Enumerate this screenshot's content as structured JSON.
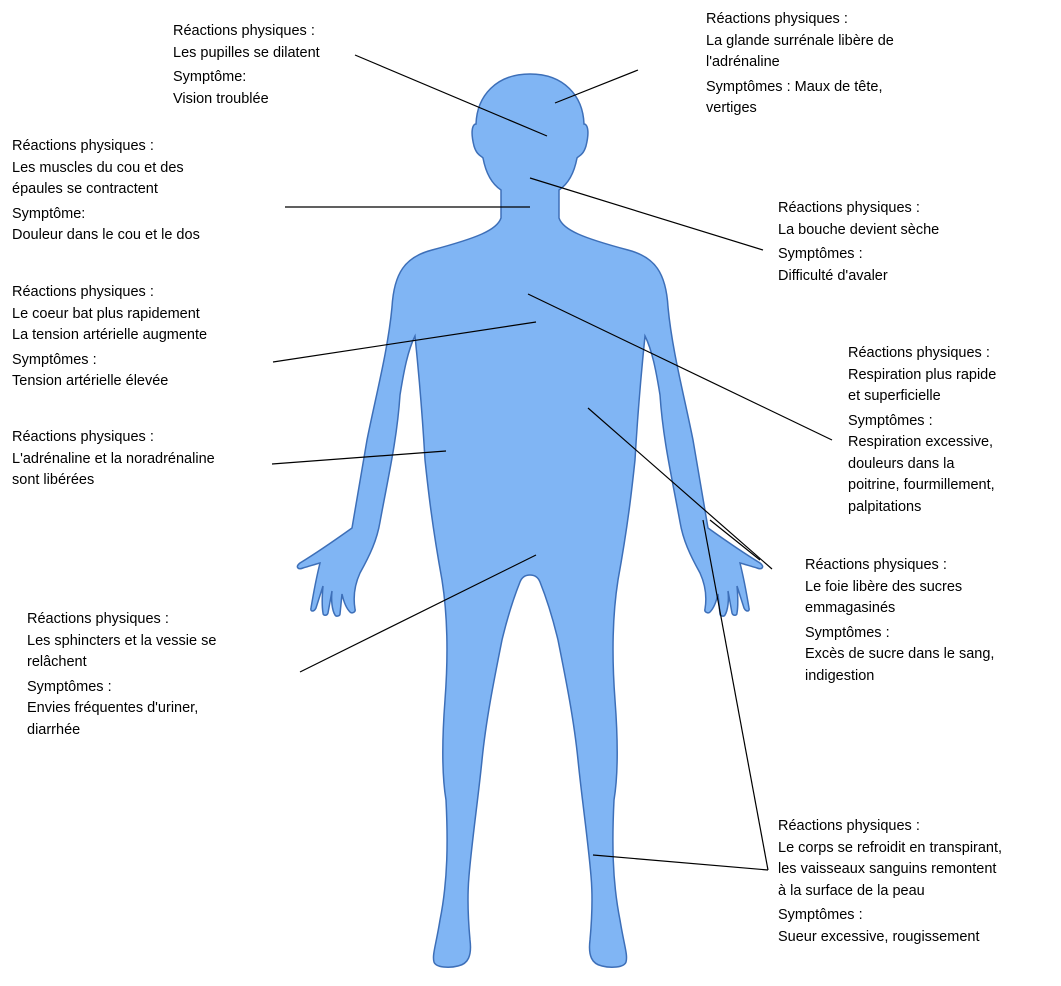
{
  "colors": {
    "body_fill": "#80b5f4",
    "body_stroke": "#3d6fb8",
    "leader_line": "#000000",
    "text": "#000000"
  },
  "figure": {
    "subject": "human-body-silhouette"
  },
  "annotations": [
    {
      "id": "pupils",
      "reaction_title": "Réactions physiques :",
      "reaction": [
        "Les pupilles se dilatent"
      ],
      "symptom_title": "Symptôme:",
      "symptom": [
        "Vision troublée"
      ]
    },
    {
      "id": "adrenal",
      "reaction_title": "Réactions physiques :",
      "reaction": [
        "La glande surrénale libère de",
        "l'adrénaline"
      ],
      "symptom_title": "Symptômes : Maux de tête,",
      "symptom": [
        "vertiges"
      ]
    },
    {
      "id": "neck",
      "reaction_title": "Réactions physiques :",
      "reaction": [
        "Les muscles du cou et des",
        "épaules se contractent"
      ],
      "symptom_title": "Symptôme:",
      "symptom": [
        "Douleur dans le cou et le dos"
      ]
    },
    {
      "id": "mouth",
      "reaction_title": "Réactions physiques :",
      "reaction": [
        "La bouche devient sèche"
      ],
      "symptom_title": "Symptômes :",
      "symptom": [
        "Difficulté d'avaler"
      ]
    },
    {
      "id": "heart",
      "reaction_title": "Réactions physiques :",
      "reaction": [
        "Le coeur bat plus rapidement",
        "La tension artérielle augmente"
      ],
      "symptom_title": "Symptômes :",
      "symptom": [
        "Tension artérielle élevée"
      ]
    },
    {
      "id": "breathing",
      "reaction_title": "Réactions physiques :",
      "reaction": [
        "Respiration plus rapide",
        "et superficielle"
      ],
      "symptom_title": "Symptômes :",
      "symptom": [
        "Respiration excessive,",
        "douleurs dans la",
        "poitrine, fourmillement,",
        "palpitations"
      ]
    },
    {
      "id": "adrenaline",
      "reaction_title": "Réactions physiques :",
      "reaction": [
        "L'adrénaline et la noradrénaline",
        "sont libérées"
      ],
      "symptom_title": "",
      "symptom": []
    },
    {
      "id": "liver",
      "reaction_title": "Réactions physiques :",
      "reaction": [
        "Le foie libère des sucres",
        "emmagasinés"
      ],
      "symptom_title": "Symptômes :",
      "symptom": [
        "Excès de sucre dans le sang,",
        "indigestion"
      ]
    },
    {
      "id": "bladder",
      "reaction_title": "Réactions physiques :",
      "reaction": [
        "Les sphincters et la vessie se",
        "relâchent"
      ],
      "symptom_title": "Symptômes :",
      "symptom": [
        "Envies fréquentes d'uriner,",
        "diarrhée"
      ]
    },
    {
      "id": "skin",
      "reaction_title": "Réactions physiques :",
      "reaction": [
        "Le corps se refroidit en transpirant,",
        "les vaisseaux sanguins remontent",
        "à la surface de la peau"
      ],
      "symptom_title": "Symptômes :",
      "symptom": [
        "Sueur excessive, rougissement"
      ]
    }
  ]
}
